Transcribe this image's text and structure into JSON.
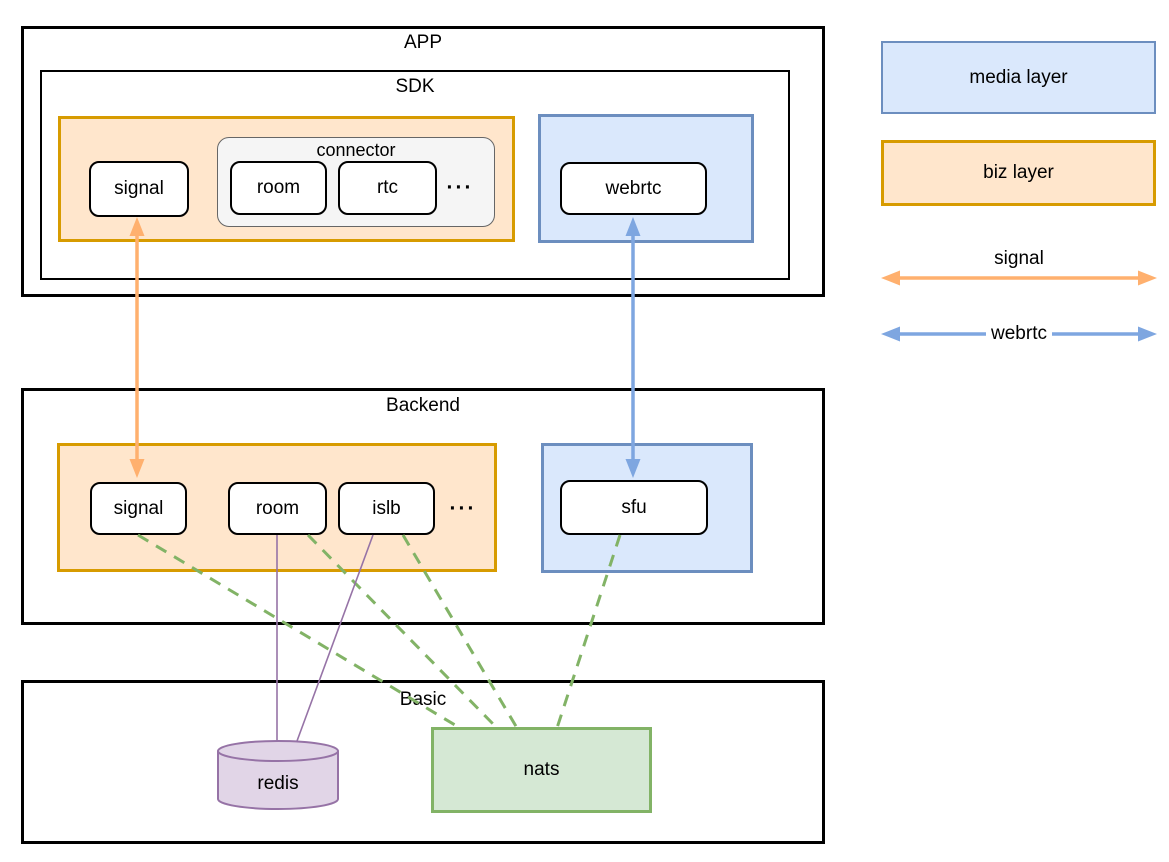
{
  "colors": {
    "biz_fill": "#ffe6cc",
    "biz_stroke": "#d79b00",
    "media_fill": "#dae8fc",
    "media_stroke": "#6c8ebf",
    "green_fill": "#d5e8d4",
    "green_stroke": "#82b366",
    "purple_fill": "#e1d5e7",
    "purple_stroke": "#9673a6",
    "gray_fill": "#f5f5f5",
    "gray_stroke": "#666666",
    "signal_arrow": "#ffb06e",
    "webrtc_arrow": "#7ea6e0",
    "frame_stroke": "#000000"
  },
  "app": {
    "title": "APP"
  },
  "sdk": {
    "title": "SDK",
    "signal_label": "signal",
    "connector": {
      "title": "connector",
      "room": "room",
      "rtc": "rtc",
      "more": "···"
    },
    "webrtc_label": "webrtc"
  },
  "backend": {
    "title": "Backend",
    "signal": "signal",
    "room": "room",
    "islb": "islb",
    "more": "···",
    "sfu": "sfu"
  },
  "basic": {
    "title": "Basic",
    "redis": "redis",
    "nats": "nats"
  },
  "legend": {
    "media_layer": "media layer",
    "biz_layer": "biz layer",
    "signal": "signal",
    "webrtc": "webrtc"
  }
}
